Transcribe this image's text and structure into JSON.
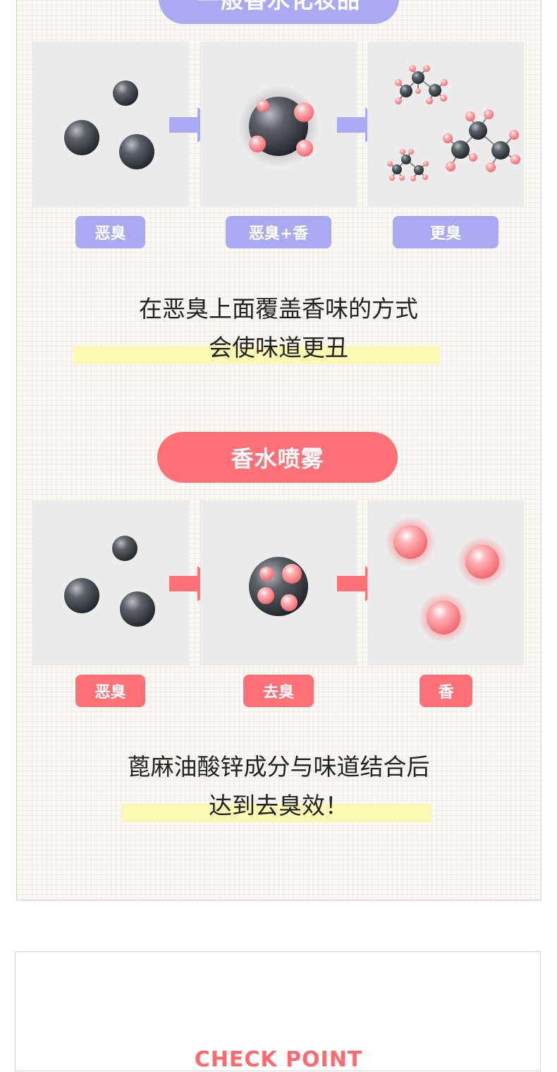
{
  "colors": {
    "general_accent": "#a9aaf2",
    "perfume_accent": "#ff7177",
    "highlight": "#fbf8b3",
    "molecule_dark": "#4a4f53",
    "fragrance_pink": "#ff8a8f"
  },
  "section_general": {
    "title": "一般香水化妆品",
    "step_labels": [
      "恶臭",
      "恶臭+香",
      "更臭"
    ],
    "caption_line1": "在恶臭上面覆盖香味的方式",
    "caption_line2": "会使味道更丑"
  },
  "section_perfume": {
    "title": "香水喷雾",
    "step_labels": [
      "恶臭",
      "去臭",
      "香"
    ],
    "caption_line1": "蓖麻油酸锌成分与味道结合后",
    "caption_line2": "达到去臭效！"
  },
  "check_point": {
    "title": "CHECK POINT"
  },
  "icons": {
    "arrow": "right-arrow-icon",
    "odor": "odor-molecule-icon",
    "fragrance": "fragrance-sphere-icon"
  }
}
